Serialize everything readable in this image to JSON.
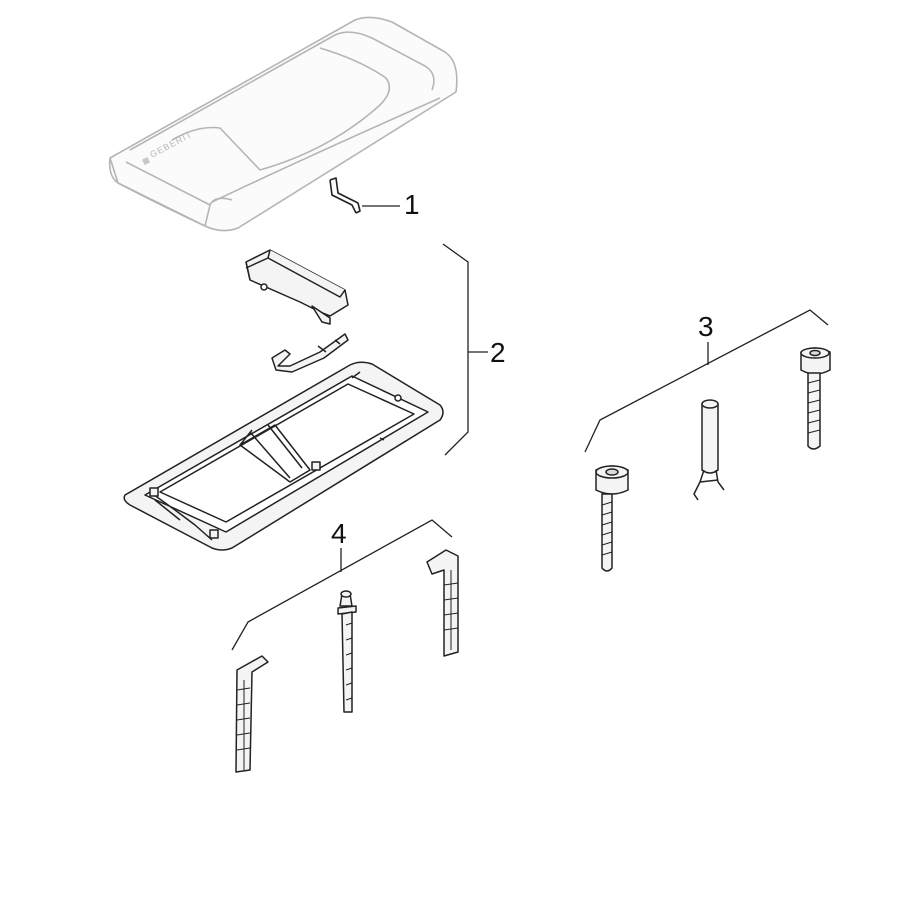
{
  "diagram": {
    "callouts": [
      {
        "label": "1"
      },
      {
        "label": "2"
      },
      {
        "label": "3"
      },
      {
        "label": "4"
      }
    ],
    "brand": "GEBERIT",
    "colors": {
      "line": "#222222",
      "cover_line": "#b5b5b5",
      "cover_fill": "#fbfbfb",
      "part_fill": "#f2f2f2"
    }
  }
}
